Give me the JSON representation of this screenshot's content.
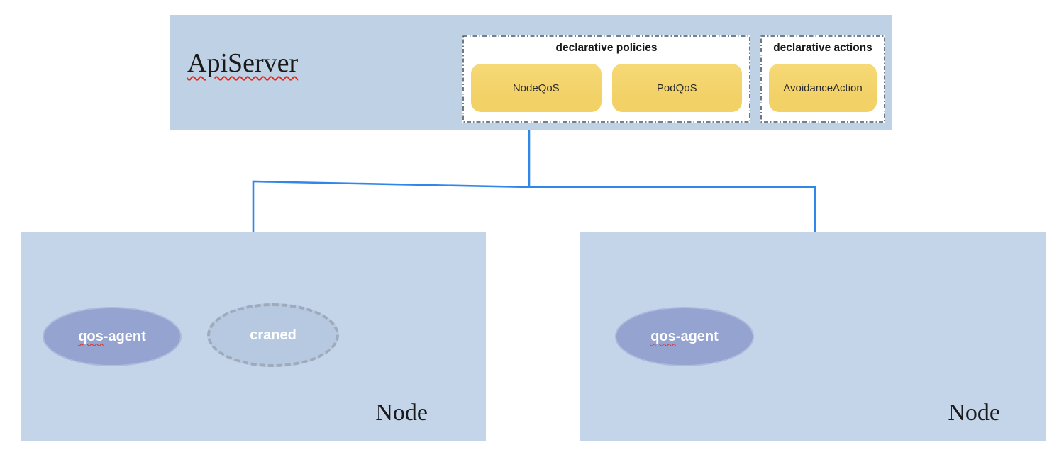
{
  "colors": {
    "page_bg": "#ffffff",
    "api_server_fill": "#bfd1e5",
    "node_fill": "#c4d5e9",
    "group_fill": "#ffffff",
    "group_border": "#47566a",
    "yellow_fill": "#f2d167",
    "yellow_fill_light": "#f6d976",
    "connector": "#2f87ea",
    "qos_agent_fill": "#95a3d0",
    "qos_agent_border": "#aeb9dc",
    "craned_fill": "#b7c9e1",
    "craned_border": "#9faaba",
    "text_dark": "#1a1a1a",
    "text_white": "#ffffff",
    "squiggle": "#e02b1e"
  },
  "api_server": {
    "label": "ApiServer"
  },
  "policies_group": {
    "title": "declarative policies",
    "items": [
      {
        "label": "NodeQoS"
      },
      {
        "label": "PodQoS"
      }
    ]
  },
  "actions_group": {
    "title": "declarative actions",
    "items": [
      {
        "label": "AvoidanceAction"
      }
    ]
  },
  "nodes": [
    {
      "label": "Node",
      "agents": [
        {
          "prefix": "qos",
          "suffix": "-agent"
        },
        {
          "label": "craned"
        }
      ]
    },
    {
      "label": "Node",
      "agents": [
        {
          "prefix": "qos",
          "suffix": "-agent"
        }
      ]
    }
  ]
}
